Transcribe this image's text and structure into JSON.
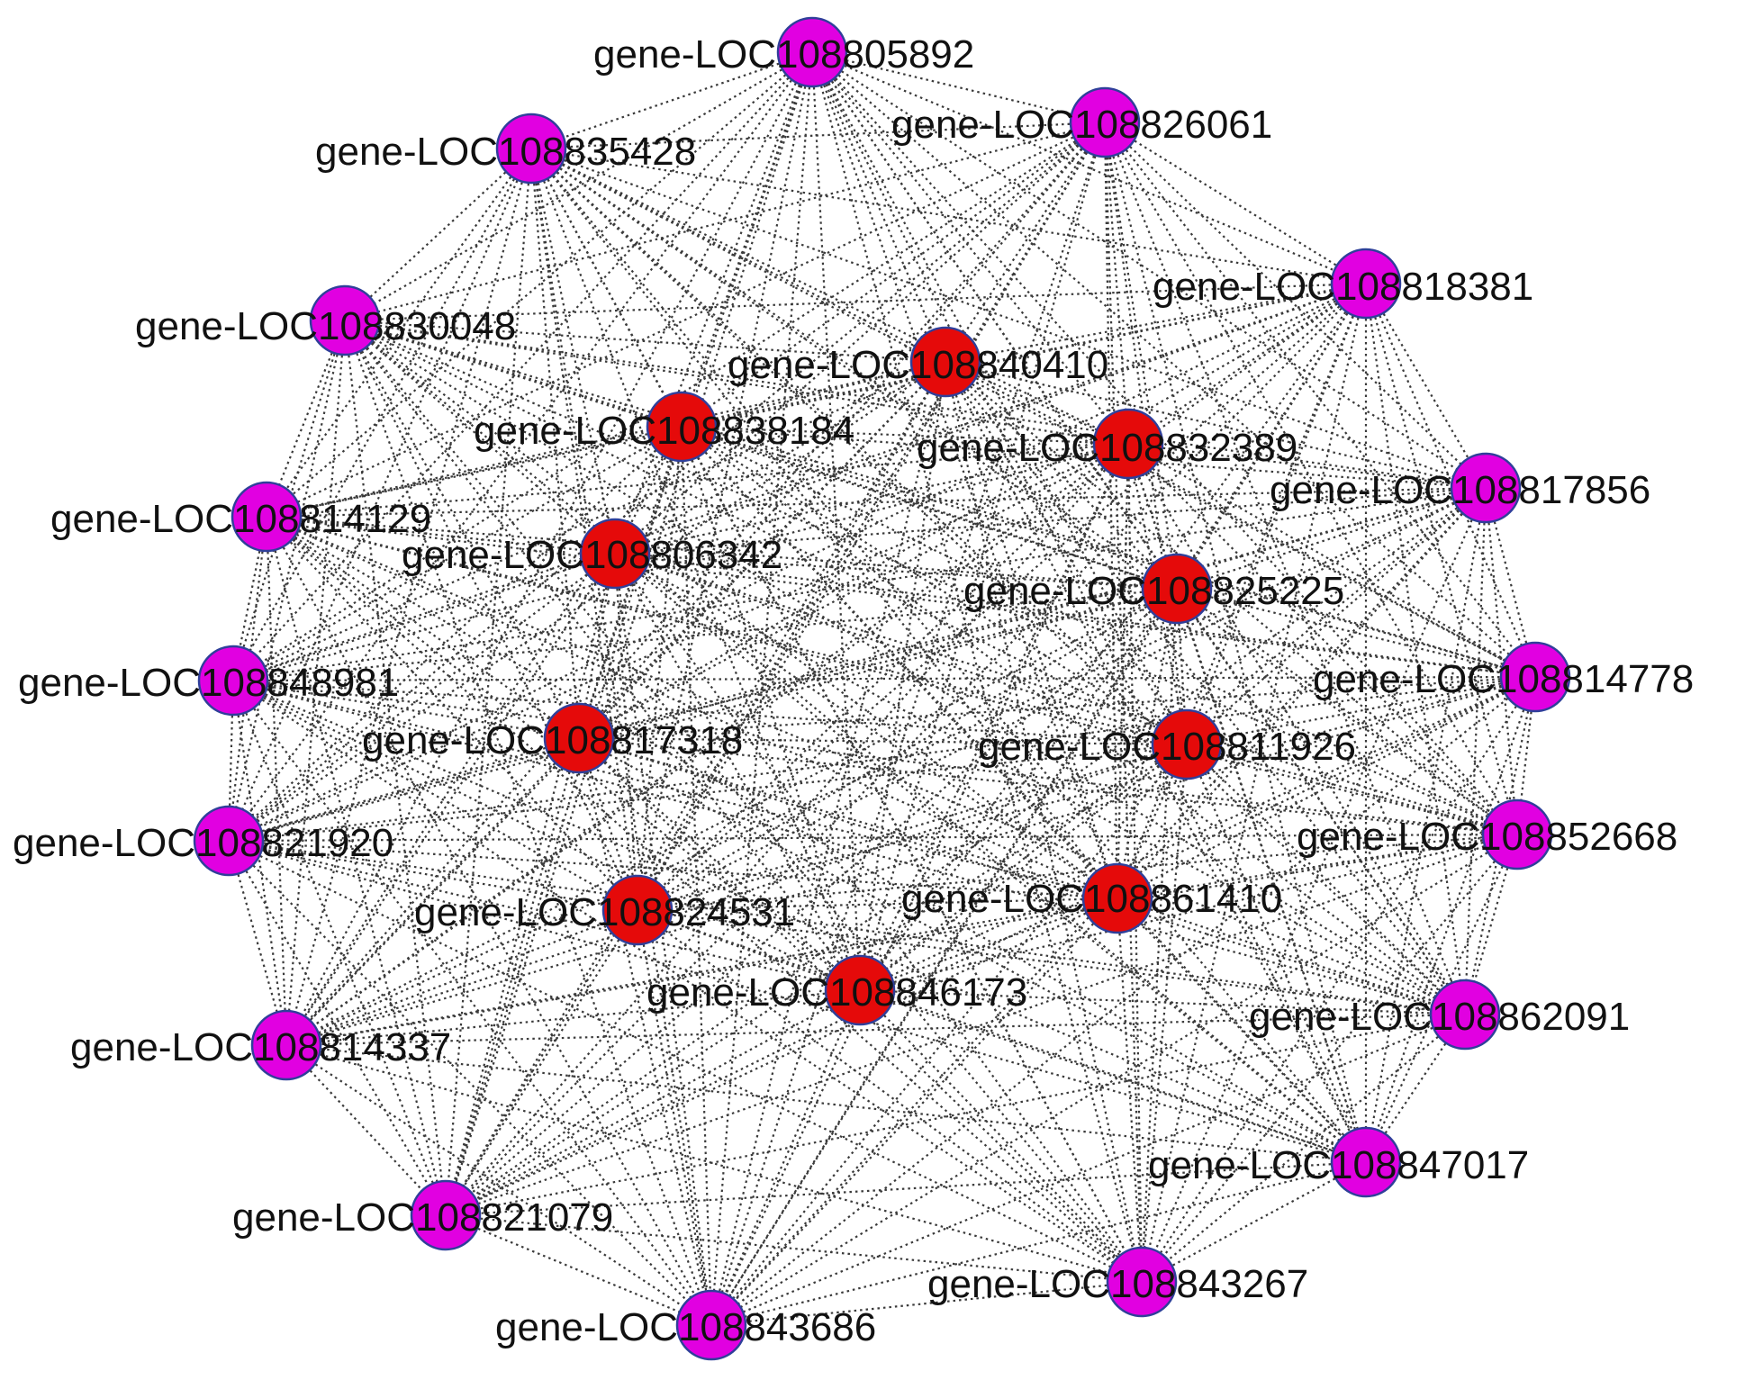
{
  "colors": {
    "outer_node": "#e100e1",
    "inner_node": "#e50a0a",
    "node_border": "#2f3f9a",
    "edge": "#3a3a3a",
    "label": "#111111"
  },
  "nodes": [
    {
      "id": "n1",
      "label": "gene-LOC108805892",
      "group": "outer"
    },
    {
      "id": "n2",
      "label": "gene-LOC108826061",
      "group": "outer"
    },
    {
      "id": "n3",
      "label": "gene-LOC108835428",
      "group": "outer"
    },
    {
      "id": "n4",
      "label": "gene-LOC108818381",
      "group": "outer"
    },
    {
      "id": "n5",
      "label": "gene-LOC108830048",
      "group": "outer"
    },
    {
      "id": "n6",
      "label": "gene-LOC108840410",
      "group": "inner"
    },
    {
      "id": "n7",
      "label": "gene-LOC108838184",
      "group": "inner"
    },
    {
      "id": "n8",
      "label": "gene-LOC108832389",
      "group": "inner"
    },
    {
      "id": "n9",
      "label": "gene-LOC108817856",
      "group": "outer"
    },
    {
      "id": "n10",
      "label": "gene-LOC108814129",
      "group": "outer"
    },
    {
      "id": "n11",
      "label": "gene-LOC108806342",
      "group": "inner"
    },
    {
      "id": "n12",
      "label": "gene-LOC108825225",
      "group": "inner"
    },
    {
      "id": "n13",
      "label": "gene-LOC108848981",
      "group": "outer"
    },
    {
      "id": "n14",
      "label": "gene-LOC108814778",
      "group": "outer"
    },
    {
      "id": "n15",
      "label": "gene-LOC108817318",
      "group": "inner"
    },
    {
      "id": "n16",
      "label": "gene-LOC108811926",
      "group": "inner"
    },
    {
      "id": "n17",
      "label": "gene-LOC108821920",
      "group": "outer"
    },
    {
      "id": "n18",
      "label": "gene-LOC108852668",
      "group": "outer"
    },
    {
      "id": "n19",
      "label": "gene-LOC108861410",
      "group": "inner"
    },
    {
      "id": "n20",
      "label": "gene-LOC108824531",
      "group": "inner"
    },
    {
      "id": "n21",
      "label": "gene-LOC108846173",
      "group": "inner"
    },
    {
      "id": "n22",
      "label": "gene-LOC108862091",
      "group": "outer"
    },
    {
      "id": "n23",
      "label": "gene-LOC108814337",
      "group": "outer"
    },
    {
      "id": "n24",
      "label": "gene-LOC108847017",
      "group": "outer"
    },
    {
      "id": "n25",
      "label": "gene-LOC108821079",
      "group": "outer"
    },
    {
      "id": "n26",
      "label": "gene-LOC108843267",
      "group": "outer"
    },
    {
      "id": "n27",
      "label": "gene-LOC108843686",
      "group": "outer"
    }
  ]
}
